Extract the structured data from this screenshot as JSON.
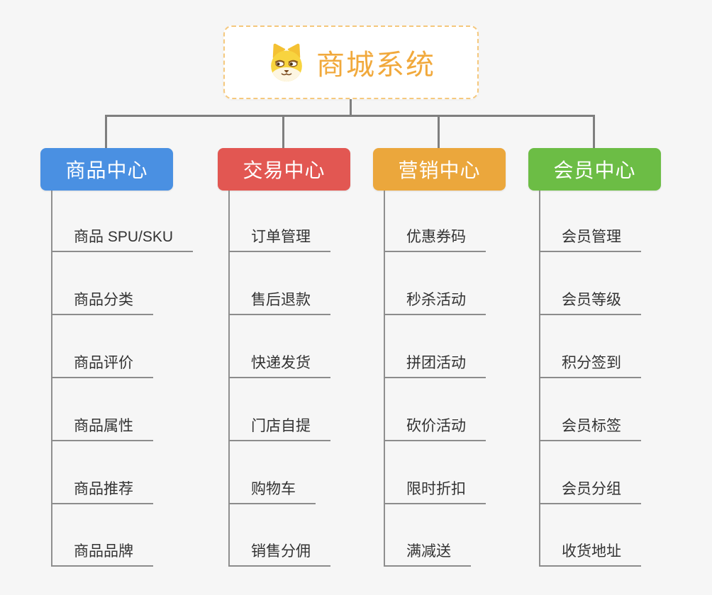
{
  "root": {
    "label": "商城系统",
    "icon": "dog-face-icon",
    "text_color": "#f1a93c",
    "border_color": "#f5c87d",
    "background": "#ffffff"
  },
  "branches": [
    {
      "label": "商品中心",
      "color": "#4a90e2",
      "children": [
        "商品 SPU/SKU",
        "商品分类",
        "商品评价",
        "商品属性",
        "商品推荐",
        "商品品牌"
      ]
    },
    {
      "label": "交易中心",
      "color": "#e25752",
      "children": [
        "订单管理",
        "售后退款",
        "快递发货",
        "门店自提",
        "购物车",
        "销售分佣"
      ]
    },
    {
      "label": "营销中心",
      "color": "#eba73c",
      "children": [
        "优惠券码",
        "秒杀活动",
        "拼团活动",
        "砍价活动",
        "限时折扣",
        "满减送"
      ]
    },
    {
      "label": "会员中心",
      "color": "#6cbd45",
      "children": [
        "会员管理",
        "会员等级",
        "积分签到",
        "会员标签",
        "会员分组",
        "收货地址"
      ]
    }
  ],
  "colors": {
    "page_background": "#f6f6f6",
    "connector": "#7f7f7f",
    "leaf_text": "#333333",
    "leaf_underline": "#8c8c8c"
  }
}
